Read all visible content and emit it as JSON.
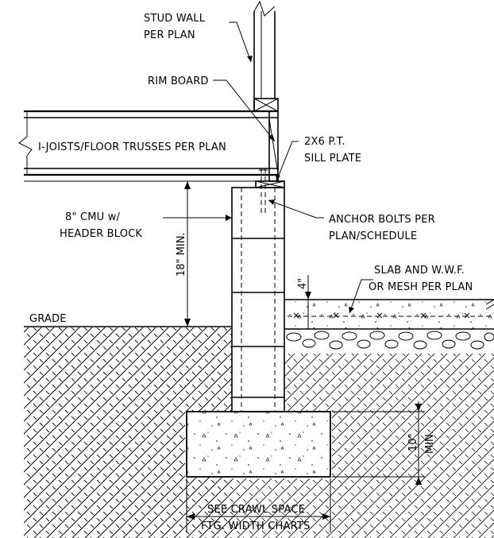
{
  "labels": {
    "stud_wall_1": "STUD WALL",
    "stud_wall_2": "PER PLAN",
    "rim_board": "RIM BOARD",
    "joists": "I-JOISTS/FLOOR TRUSSES PER PLAN",
    "sill_1": "2X6 P.T.",
    "sill_2": "SILL PLATE",
    "cmu_1": "8\" CMU w/",
    "cmu_2": "HEADER BLOCK",
    "anchor_1": "ANCHOR BOLTS PER",
    "anchor_2": "PLAN/SCHEDULE",
    "slab_1": "SLAB AND W.W.F.",
    "slab_2": "OR MESH PER PLAN",
    "grade": "GRADE",
    "crawl_1": "SEE CRAWL SPACE",
    "crawl_2": "FTG. WIDTH CHARTS"
  },
  "dimensions": {
    "crawl_height": "18\" MIN.",
    "slab_thickness": "4\"",
    "footing_depth": "10\"",
    "footing_depth_min": "MIN."
  }
}
